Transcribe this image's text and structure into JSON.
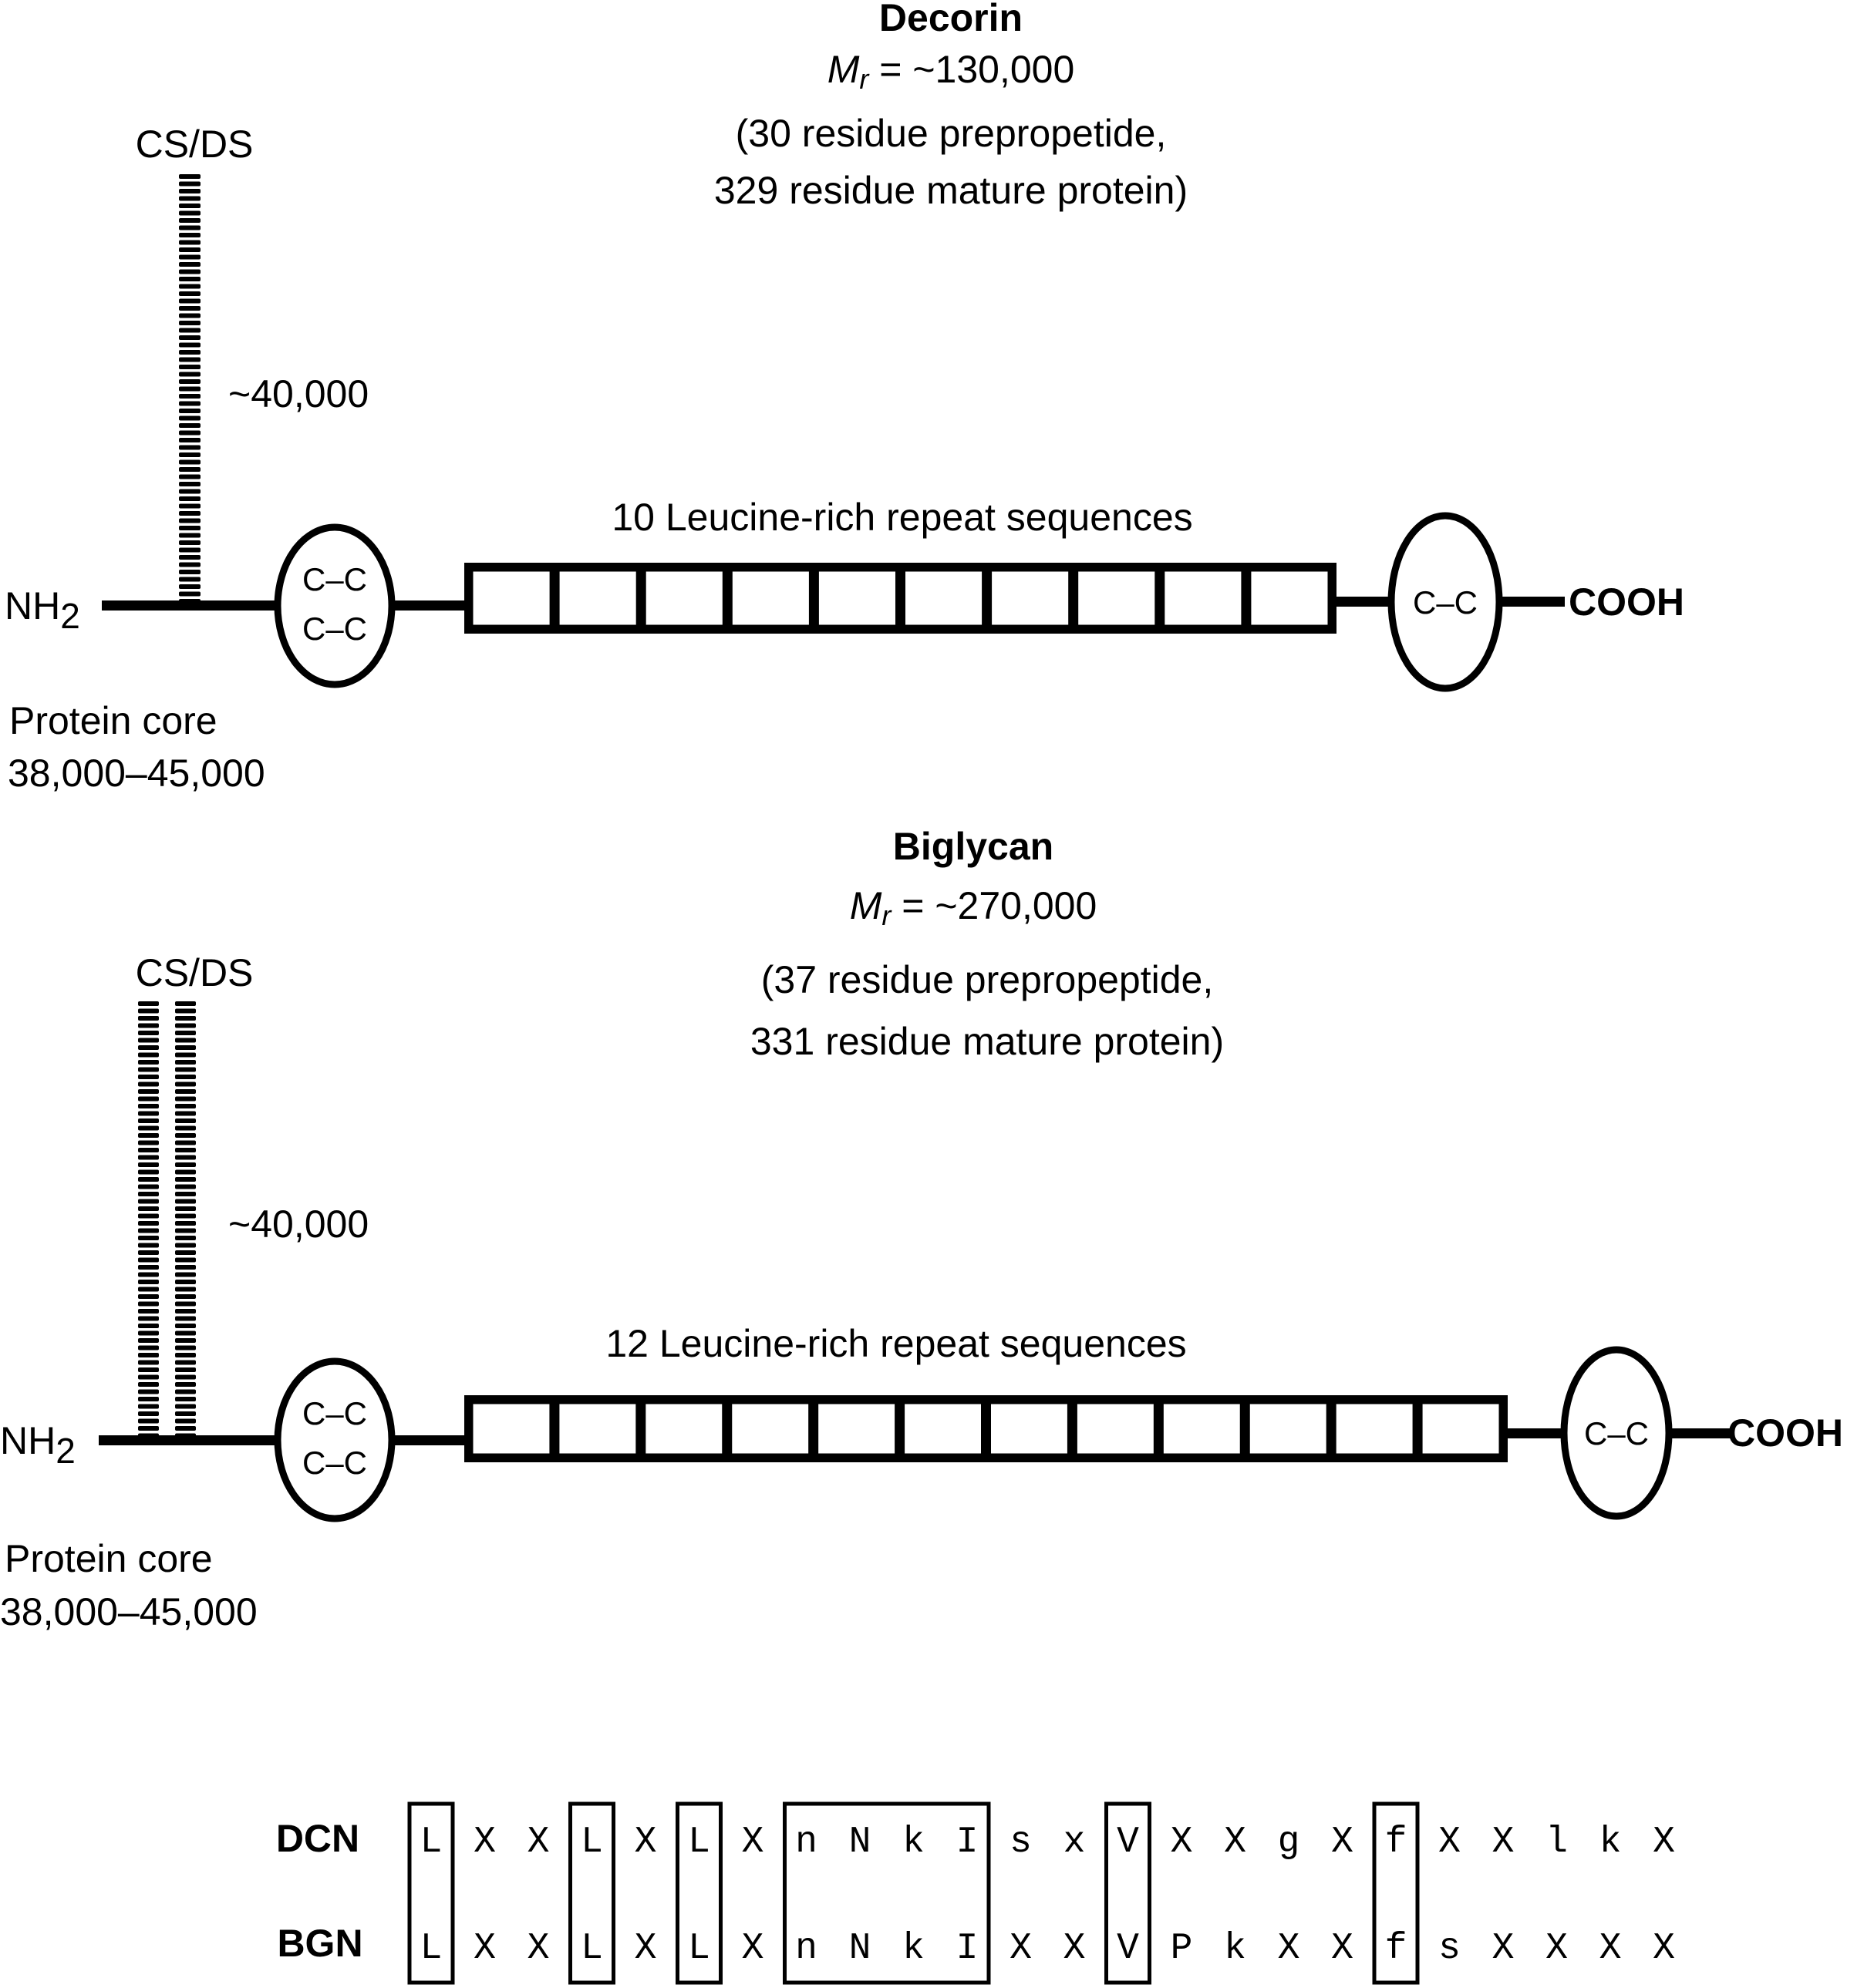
{
  "figure": {
    "decorin": {
      "title": "Decorin",
      "mr_symbol": "M",
      "mr_subscript": "r",
      "mr_value": " = ~130,000",
      "detail_line1": "(30 residue prepropetide,",
      "detail_line2": "329 residue mature protein)",
      "gag_label": "CS/DS",
      "gag_chain_count": 1,
      "gag_mass": "~40,000",
      "n_terminus": "NH",
      "n_terminus_sub": "2",
      "c_terminus": "COOH",
      "n_disulfide": [
        "C–C",
        "C–C"
      ],
      "c_disulfide": [
        "C–C"
      ],
      "repeat_label": "10 Leucine-rich repeat sequences",
      "repeat_count": 10,
      "core_label": "Protein core",
      "core_mass": "38,000–45,000"
    },
    "biglycan": {
      "title": "Biglycan",
      "mr_symbol": "M",
      "mr_subscript": "r",
      "mr_value": " = ~270,000",
      "detail_line1": "(37 residue prepropeptide,",
      "detail_line2": "331 residue mature protein)",
      "gag_label": "CS/DS",
      "gag_chain_count": 2,
      "gag_mass": "~40,000",
      "n_terminus": "NH",
      "n_terminus_sub": "2",
      "c_terminus": "COOH",
      "n_disulfide": [
        "C–C",
        "C–C"
      ],
      "c_disulfide": [
        "C–C"
      ],
      "repeat_label": "12 Leucine-rich repeat sequences",
      "repeat_count": 12,
      "core_label": "Protein core",
      "core_mass": "38,000–45,000"
    },
    "alignment": {
      "rows": [
        {
          "label": "DCN",
          "residues": [
            "L",
            "X",
            "X",
            "L",
            "X",
            "L",
            "X",
            "n",
            "N",
            "k",
            "I",
            "s",
            "x",
            "V",
            "X",
            "X",
            "g",
            "X",
            "f",
            "X",
            "X",
            "l",
            "k",
            "X"
          ]
        },
        {
          "label": "BGN",
          "residues": [
            "L",
            "X",
            "X",
            "L",
            "X",
            "L",
            "X",
            "n",
            "N",
            "k",
            "I",
            "X",
            "X",
            "V",
            "P",
            "k",
            "X",
            "X",
            "f",
            "s",
            "X",
            "X",
            "X",
            "X"
          ]
        }
      ],
      "boxed_groups": [
        [
          0,
          0
        ],
        [
          3,
          3
        ],
        [
          5,
          5
        ],
        [
          7,
          10
        ],
        [
          13,
          13
        ],
        [
          18,
          18
        ]
      ]
    }
  }
}
